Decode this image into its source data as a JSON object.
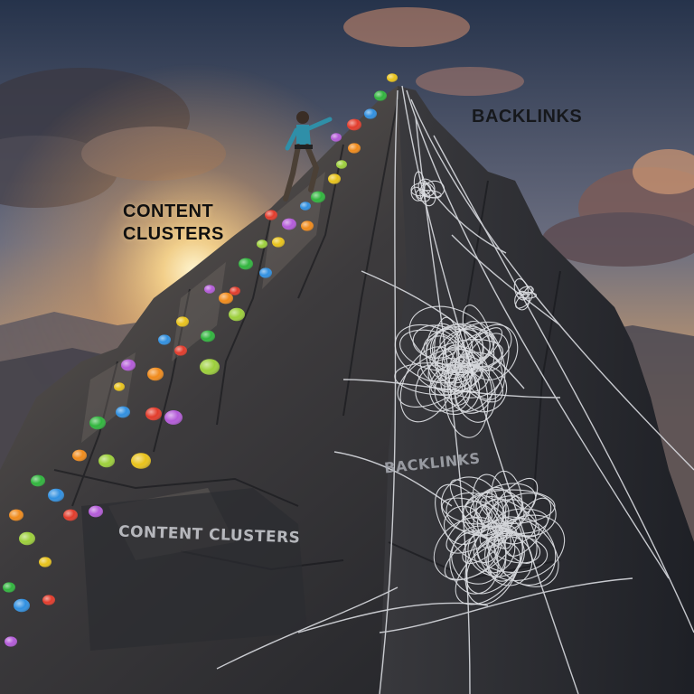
{
  "labels": {
    "backlinks_top": "BACKLINKS",
    "content_clusters_top": [
      "CONTENT",
      "CLUSTERS"
    ],
    "backlinks_rock": "BACKLINKS",
    "content_clusters_rock": "CONTENT CLUSTERS"
  },
  "colors": {
    "sky_top": "#2c3a52",
    "sky_glow": "#f6c77a",
    "sun": "#fff3c8",
    "rock_dark": "#24262b",
    "rock_light": "#5a5650",
    "rope": "#d9dbe0",
    "holds": [
      "#e8c21a",
      "#2fb43c",
      "#2f8fe0",
      "#e23a2a",
      "#b35ad8",
      "#f08a1a",
      "#9ccf3a"
    ]
  },
  "icons": {
    "climber": "climber-figure",
    "rope_tangle": "tangled-rope-knot"
  }
}
